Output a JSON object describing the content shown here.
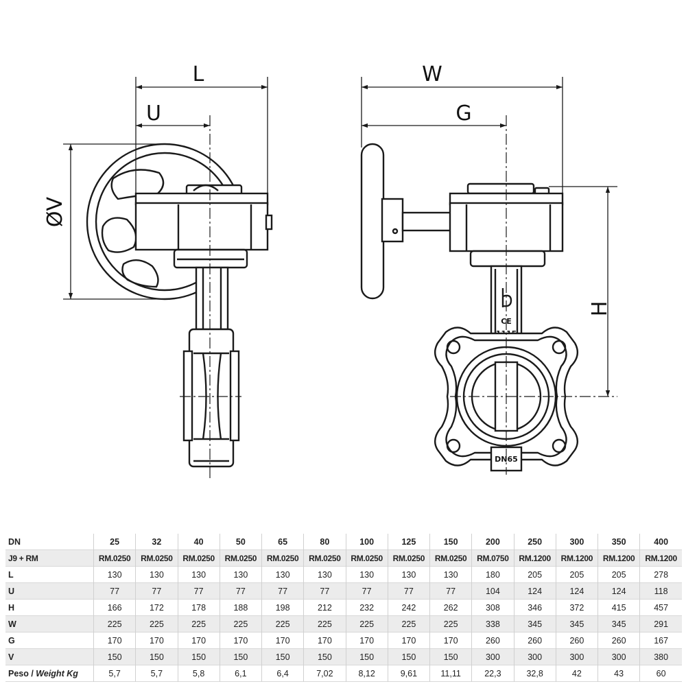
{
  "drawing": {
    "dim_labels": {
      "L": "L",
      "U": "U",
      "V": "ØV",
      "W": "W",
      "G": "G",
      "H": "H"
    },
    "body_marks": {
      "ce": "CE",
      "cert": "1115",
      "size": "DN65"
    }
  },
  "table": {
    "header": {
      "label": "DN",
      "values": [
        "25",
        "32",
        "40",
        "50",
        "65",
        "80",
        "100",
        "125",
        "150",
        "200",
        "250",
        "300",
        "350",
        "400"
      ]
    },
    "rows": [
      {
        "key": "codes",
        "label": "J9 + RM",
        "values": [
          "RM.0250",
          "RM.0250",
          "RM.0250",
          "RM.0250",
          "RM.0250",
          "RM.0250",
          "RM.0250",
          "RM.0250",
          "RM.0250",
          "RM.0750",
          "RM.1200",
          "RM.1200",
          "RM.1200",
          "RM.1200"
        ]
      },
      {
        "key": "L",
        "label": "L",
        "values": [
          "130",
          "130",
          "130",
          "130",
          "130",
          "130",
          "130",
          "130",
          "130",
          "180",
          "205",
          "205",
          "205",
          "278"
        ]
      },
      {
        "key": "U",
        "label": "U",
        "values": [
          "77",
          "77",
          "77",
          "77",
          "77",
          "77",
          "77",
          "77",
          "77",
          "104",
          "124",
          "124",
          "124",
          "118"
        ]
      },
      {
        "key": "H",
        "label": "H",
        "values": [
          "166",
          "172",
          "178",
          "188",
          "198",
          "212",
          "232",
          "242",
          "262",
          "308",
          "346",
          "372",
          "415",
          "457"
        ]
      },
      {
        "key": "W",
        "label": "W",
        "values": [
          "225",
          "225",
          "225",
          "225",
          "225",
          "225",
          "225",
          "225",
          "225",
          "338",
          "345",
          "345",
          "345",
          "291"
        ]
      },
      {
        "key": "G",
        "label": "G",
        "values": [
          "170",
          "170",
          "170",
          "170",
          "170",
          "170",
          "170",
          "170",
          "170",
          "260",
          "260",
          "260",
          "260",
          "167"
        ]
      },
      {
        "key": "V",
        "label": "V",
        "values": [
          "150",
          "150",
          "150",
          "150",
          "150",
          "150",
          "150",
          "150",
          "150",
          "300",
          "300",
          "300",
          "300",
          "380"
        ]
      },
      {
        "key": "weight",
        "label_main": "Peso / ",
        "label_em": "Weight Kg",
        "values": [
          "5,7",
          "5,7",
          "5,8",
          "6,1",
          "6,4",
          "7,02",
          "8,12",
          "9,61",
          "11,11",
          "22,3",
          "32,8",
          "42",
          "43",
          "60"
        ]
      }
    ]
  }
}
